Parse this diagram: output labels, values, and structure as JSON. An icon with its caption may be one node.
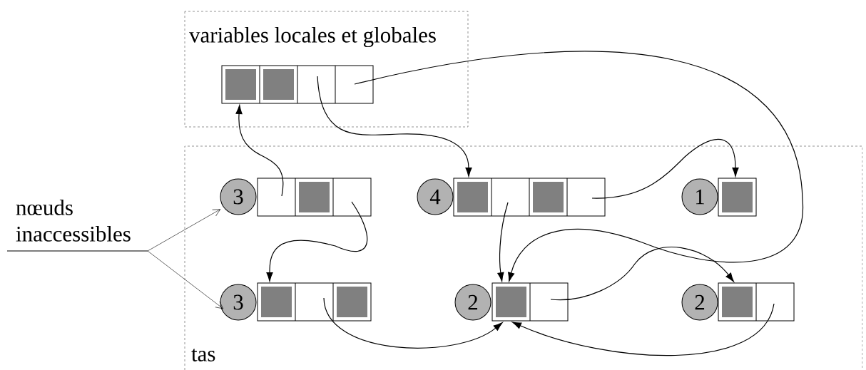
{
  "diagram": {
    "nodes": [
      {
        "text": [
          "variables locales et globales"
        ]
      },
      {
        "text": [
          "tas"
        ]
      },
      {
        "text": [],
        "shape": "box",
        "in": 0
      },
      {
        "text": [
          "3"
        ],
        "in": 1
      },
      {
        "text": [],
        "shape": "box",
        "in": 1
      },
      {
        "text": [
          "4"
        ],
        "in": 1
      },
      {
        "text": [],
        "shape": "box",
        "in": 1
      },
      {
        "text": [
          "1"
        ],
        "in": 1
      },
      {
        "text": [],
        "shape": "box",
        "in": 1
      },
      {
        "text": [
          "3"
        ],
        "in": 1
      },
      {
        "text": [],
        "shape": "box",
        "in": 1
      },
      {
        "text": [
          "2"
        ],
        "in": 1
      },
      {
        "text": [],
        "shape": "box",
        "in": 1
      },
      {
        "text": [
          "2"
        ],
        "in": 1
      },
      {
        "text": [],
        "shape": "box",
        "in": 1
      },
      {
        "text": [
          "nœuds inaccessibles"
        ]
      }
    ],
    "edges": [
      {
        "from": 2,
        "to": 6,
        "arrow": "to"
      },
      {
        "from": 2,
        "to": 12,
        "arrow": "to"
      },
      {
        "from": 4,
        "to": 2,
        "arrow": "to"
      },
      {
        "from": 4,
        "to": 10,
        "arrow": "to"
      },
      {
        "from": 6,
        "to": 12,
        "arrow": "to"
      },
      {
        "from": 6,
        "to": 8,
        "arrow": "to"
      },
      {
        "from": 10,
        "to": 12,
        "arrow": "to"
      },
      {
        "from": 12,
        "to": 14,
        "arrow": "to"
      },
      {
        "from": 14,
        "to": 12,
        "arrow": "to"
      },
      {
        "from": 15,
        "to": 3,
        "arrow": "to"
      },
      {
        "from": 15,
        "to": 9,
        "arrow": "to"
      }
    ]
  }
}
